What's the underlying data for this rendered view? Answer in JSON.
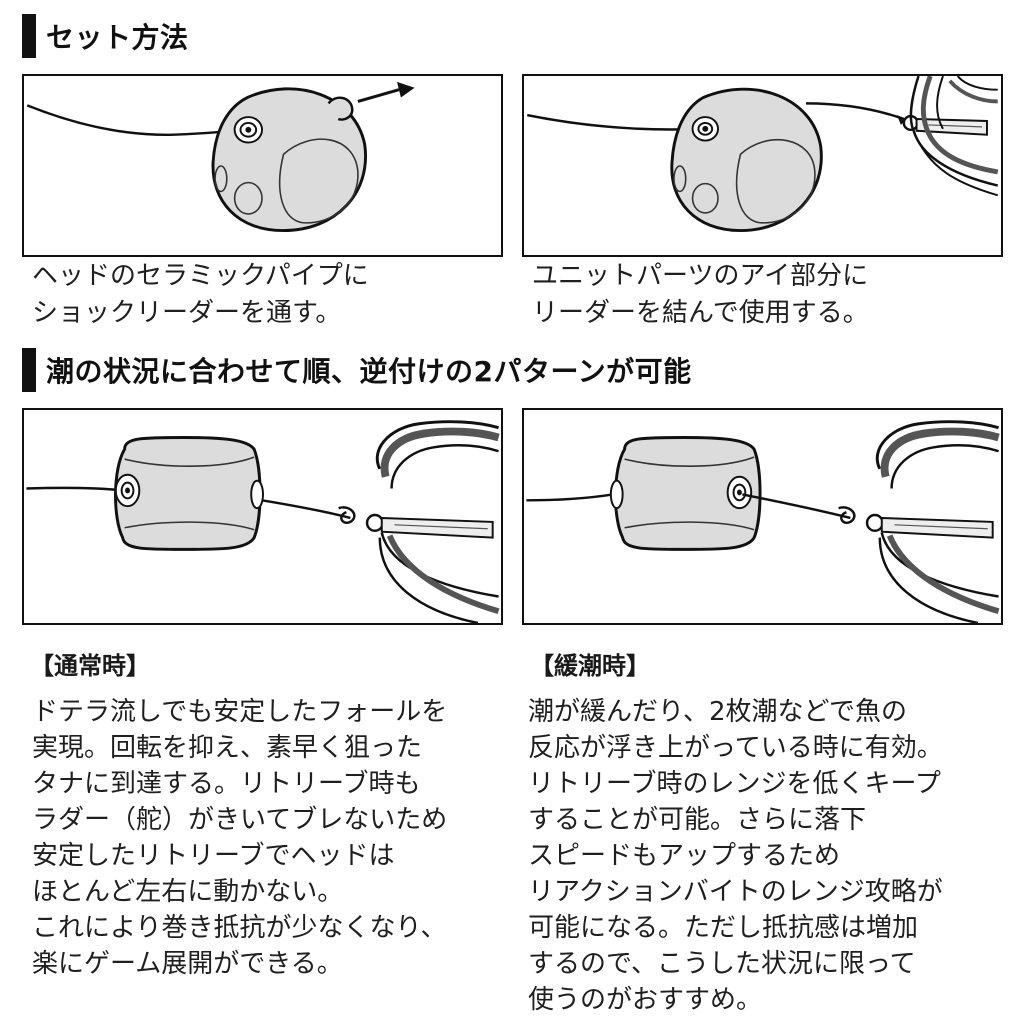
{
  "colors": {
    "text": "#1f1f1f",
    "line": "#111111",
    "fill": "#dcdcdc",
    "dark": "#555555"
  },
  "section1": {
    "title": "セット方法",
    "captions": [
      [
        "ヘッドのセラミックパイプに",
        "ショックリーダーを通す。"
      ],
      [
        "ユニットパーツのアイ部分に",
        "リーダーを結んで使用する。"
      ]
    ]
  },
  "section2": {
    "title": "潮の状況に合わせて順、逆付けの2パターンが可能",
    "normal": {
      "label": "【通常時】",
      "lines": [
        "ドテラ流しでも安定したフォールを",
        "実現。回転を抑え、素早く狙った",
        "タナに到達する。リトリーブ時も",
        "ラダー（舵）がきいてブレないため",
        "安定したリトリーブでヘッドは",
        "ほとんど左右に動かない。",
        "これにより巻き抵抗が少なくなり、",
        "楽にゲーム展開ができる。"
      ]
    },
    "slack": {
      "label": "【緩潮時】",
      "lines": [
        "潮が緩んだり、2枚潮などで魚の",
        "反応が浮き上がっている時に有効。",
        "リトリーブ時のレンジを低くキープ",
        "することが可能。さらに落下",
        "スピードもアップするため",
        "リアクションバイトのレンジ攻略が",
        "可能になる。ただし抵抗感は増加",
        "するので、こうした状況に限って",
        "使うのがおすすめ。"
      ]
    }
  }
}
